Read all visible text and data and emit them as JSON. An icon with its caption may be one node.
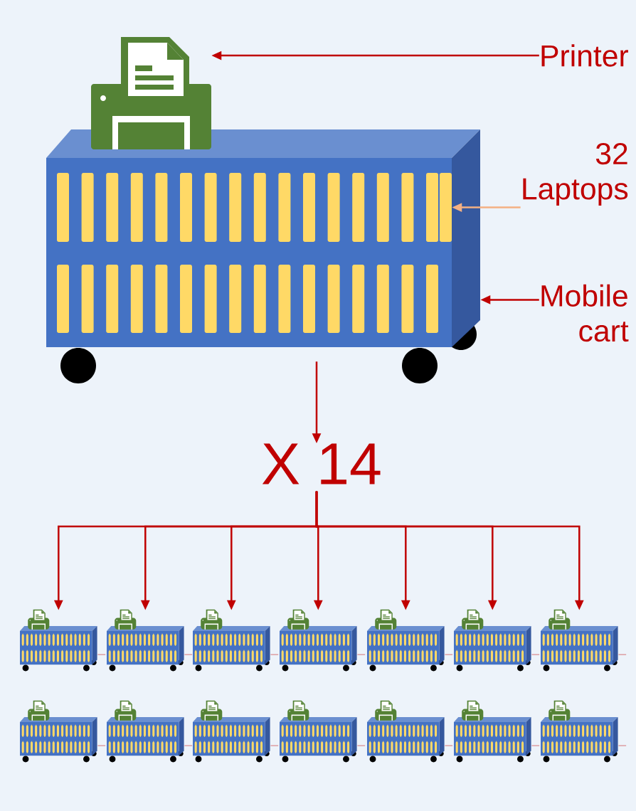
{
  "diagram": {
    "nodes": [
      {
        "text": [
          "Printer"
        ]
      },
      {
        "text": [],
        "shape": "picture"
      },
      {
        "text": [
          "32 Laptops"
        ]
      },
      {
        "text": [
          "Mobile cart"
        ]
      },
      {
        "text": [],
        "shape": "picture"
      },
      {
        "text": [],
        "shape": "bar",
        "in": 4
      },
      {
        "text": [
          "X 14"
        ]
      },
      {
        "text": [],
        "shape": "picture"
      },
      {
        "text": [],
        "shape": "picture"
      },
      {
        "text": [],
        "shape": "picture"
      },
      {
        "text": [],
        "shape": "picture"
      },
      {
        "text": [],
        "shape": "picture"
      },
      {
        "text": [],
        "shape": "picture"
      },
      {
        "text": [],
        "shape": "picture"
      },
      {
        "text": [],
        "shape": "picture"
      },
      {
        "text": [],
        "shape": "picture"
      },
      {
        "text": [],
        "shape": "picture"
      },
      {
        "text": [],
        "shape": "picture"
      },
      {
        "text": [],
        "shape": "picture"
      },
      {
        "text": [],
        "shape": "picture"
      },
      {
        "text": [],
        "shape": "picture"
      }
    ],
    "edges": [
      {
        "from": 0,
        "to": 1,
        "arrow": "to"
      },
      {
        "from": 2,
        "to": 5,
        "arrow": "to",
        "color": "#f4b183"
      },
      {
        "from": 3,
        "to": 4,
        "arrow": "to"
      },
      {
        "from": 4,
        "to": 6,
        "arrow": "to"
      },
      {
        "from": 6,
        "to": 7,
        "arrow": "to"
      },
      {
        "from": 6,
        "to": 8,
        "arrow": "to"
      },
      {
        "from": 6,
        "to": 9,
        "arrow": "to"
      },
      {
        "from": 6,
        "to": 10,
        "arrow": "to"
      },
      {
        "from": 6,
        "to": 11,
        "arrow": "to"
      },
      {
        "from": 6,
        "to": 12,
        "arrow": "to"
      },
      {
        "from": 6,
        "to": 13,
        "arrow": "to"
      }
    ]
  }
}
